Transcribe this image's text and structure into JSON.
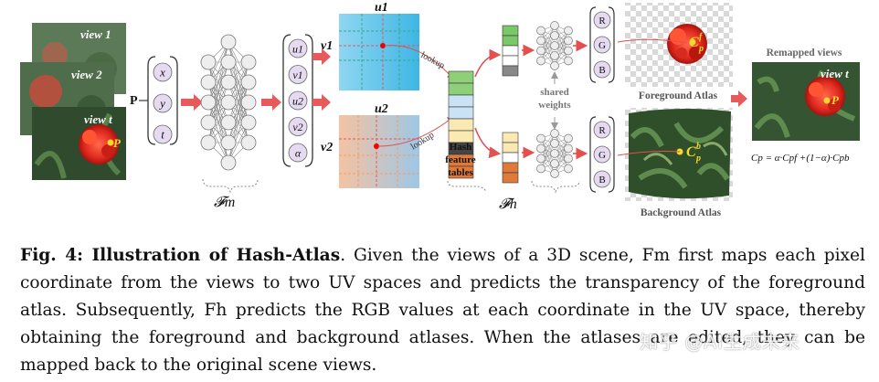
{
  "figure": {
    "views": [
      "view 1",
      "view 2",
      "view t"
    ],
    "p_label": "P",
    "inputs": [
      "x",
      "y",
      "t"
    ],
    "fm_label": "𝓕m",
    "outputs": [
      "u1",
      "v1",
      "u2",
      "v2",
      "α"
    ],
    "u1_label": "u1",
    "v1_label": "v1",
    "u2_label": "u2",
    "v2_label": "v2",
    "lookup_top": "lookup",
    "lookup_bottom": "lookup",
    "hash_label": [
      "Hash",
      "feature",
      "tables"
    ],
    "shared_label": [
      "shared",
      "weights"
    ],
    "fh_label": "𝓕h",
    "rgb": [
      "R",
      "G",
      "B"
    ],
    "foreground_atlas": "Foreground Atlas",
    "background_atlas": "Background Atlas",
    "remapped_views": "Remapped views",
    "remapped_view_label": "view t",
    "formula": "Cp = α·Cpf +(1−α)·Cpb"
  },
  "caption": {
    "lead": "Fig. 4: Illustration of Hash-Atlas",
    "body": ". Given the views of a 3D scene, Fm first maps each pixel coordinate from the views to two UV spaces and predicts the transparency of the foreground atlas. Subsequently, Fh predicts the RGB values at each coordinate in the UV space, thereby obtaining the foreground and background atlases. When the atlases are edited, they can be mapped back to the original scene views."
  },
  "watermark": "知乎 @AI生成未来"
}
